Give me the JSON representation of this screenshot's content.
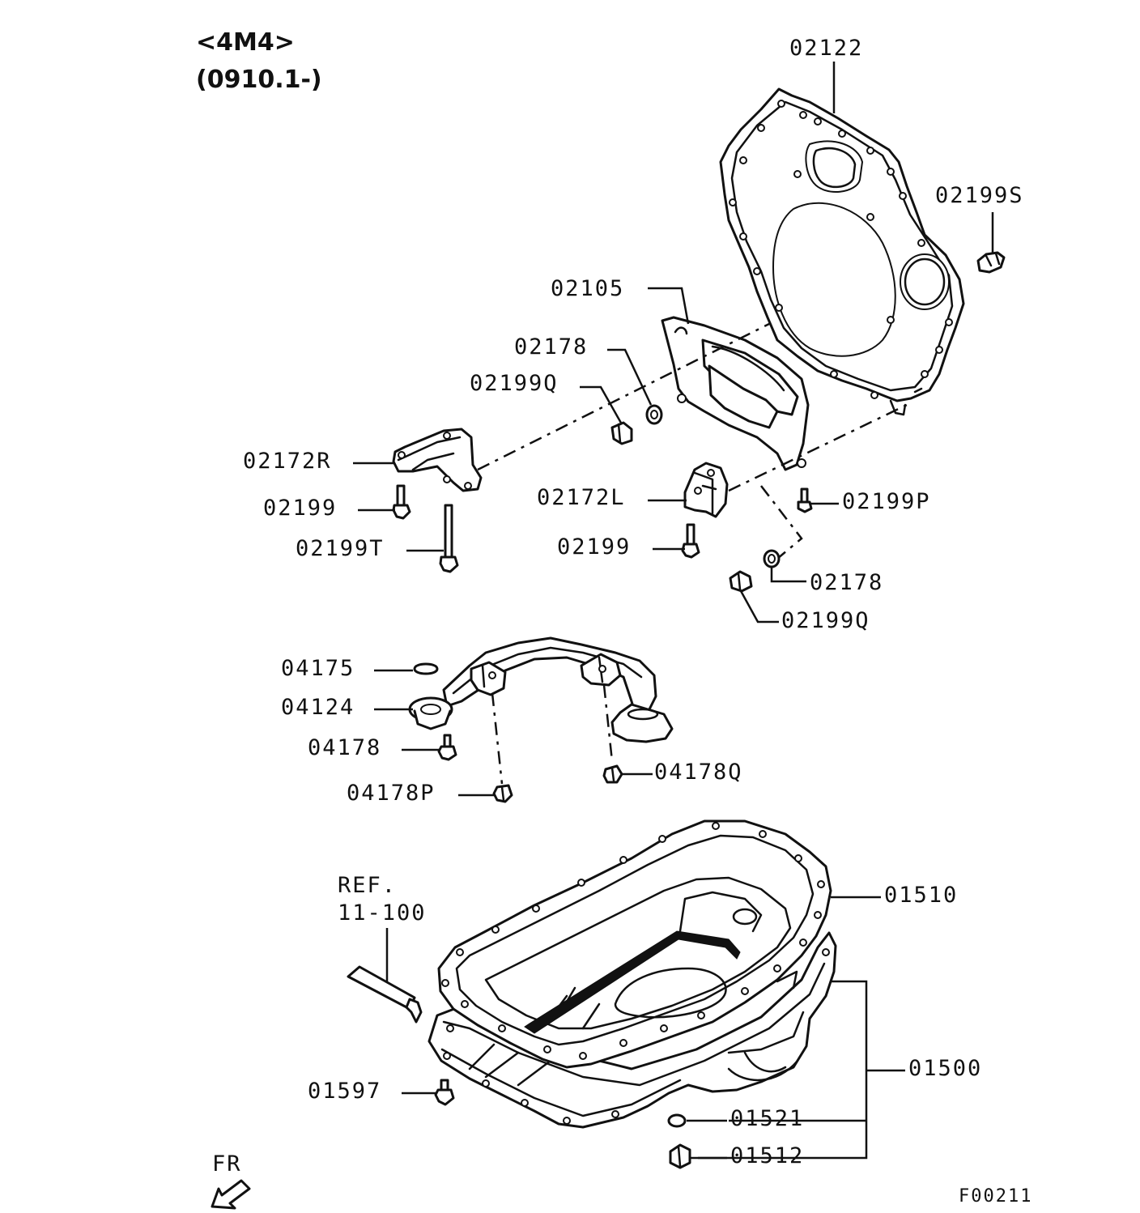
{
  "header": {
    "engine": "<4M4>",
    "date_range": "(0910.1-)"
  },
  "figure_code": "F00211",
  "direction_label": "FR",
  "reference": {
    "line1": "REF.",
    "line2": "11-100"
  },
  "callouts": {
    "c02122": "02122",
    "c02199S": "02199S",
    "c02105": "02105",
    "c02178_top": "02178",
    "c02199Q_top": "02199Q",
    "c02172R": "02172R",
    "c02199_left": "02199",
    "c02199T": "02199T",
    "c02172L": "02172L",
    "c02199P": "02199P",
    "c02199_mid": "02199",
    "c02178_bottom": "02178",
    "c02199Q_bottom": "02199Q",
    "c04175": "04175",
    "c04124": "04124",
    "c04178": "04178",
    "c04178P": "04178P",
    "c04178Q": "04178Q",
    "c01510": "01510",
    "c01500": "01500",
    "c01597": "01597",
    "c01521": "01521",
    "c01512": "01512"
  }
}
